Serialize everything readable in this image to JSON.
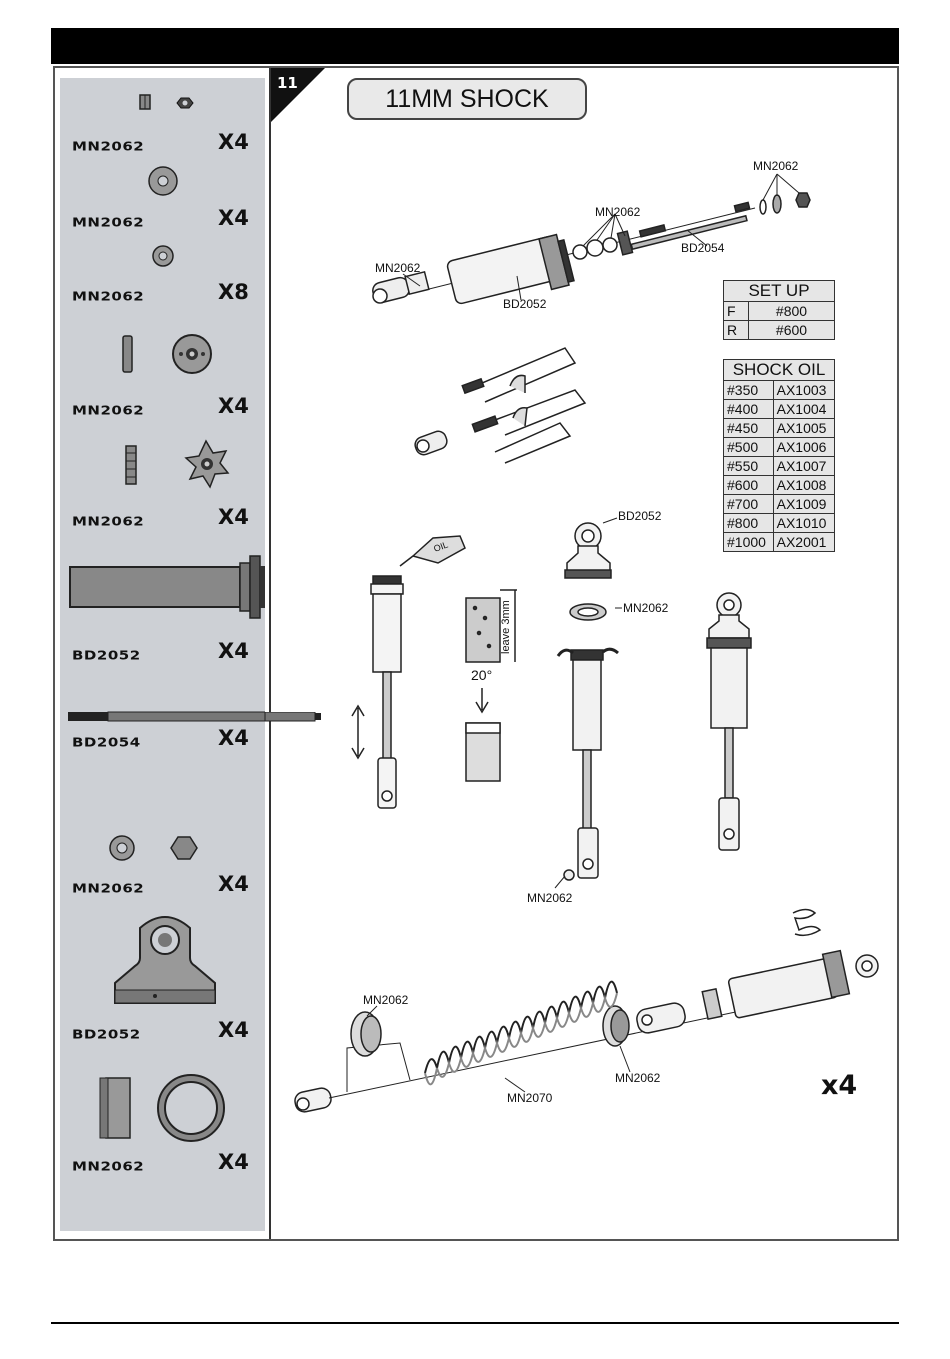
{
  "step": {
    "number": "11",
    "title": "11MM SHOCK"
  },
  "parts": [
    {
      "code": "MN2062",
      "qty": "X4"
    },
    {
      "code": "MN2062",
      "qty": "X4"
    },
    {
      "code": "MN2062",
      "qty": "X8"
    },
    {
      "code": "MN2062",
      "qty": "X4"
    },
    {
      "code": "MN2062",
      "qty": "X4"
    },
    {
      "code": "BD2052",
      "qty": "X4"
    },
    {
      "code": "BD2054",
      "qty": "X4"
    },
    {
      "code": "MN2062",
      "qty": "X4"
    },
    {
      "code": "BD2052",
      "qty": "X4"
    },
    {
      "code": "MN2062",
      "qty": "X4"
    }
  ],
  "setup": {
    "title": "SET UP",
    "rows": [
      {
        "pos": "F",
        "val": "#800"
      },
      {
        "pos": "R",
        "val": "#600"
      }
    ]
  },
  "shock_oil": {
    "title": "SHOCK OIL",
    "rows": [
      {
        "wt": "#350",
        "code": "AX1003"
      },
      {
        "wt": "#400",
        "code": "AX1004"
      },
      {
        "wt": "#450",
        "code": "AX1005"
      },
      {
        "wt": "#500",
        "code": "AX1006"
      },
      {
        "wt": "#550",
        "code": "AX1007"
      },
      {
        "wt": "#600",
        "code": "AX1008"
      },
      {
        "wt": "#700",
        "code": "AX1009"
      },
      {
        "wt": "#800",
        "code": "AX1010"
      },
      {
        "wt": "#1000",
        "code": "AX2001"
      }
    ]
  },
  "callouts": {
    "mn2062": "MN2062",
    "bd2052": "BD2052",
    "bd2054": "BD2054",
    "mn2070": "MN2070",
    "oil": "OIL",
    "leave": "leave 3mm",
    "angle": "20°"
  },
  "multiplier": "x4"
}
